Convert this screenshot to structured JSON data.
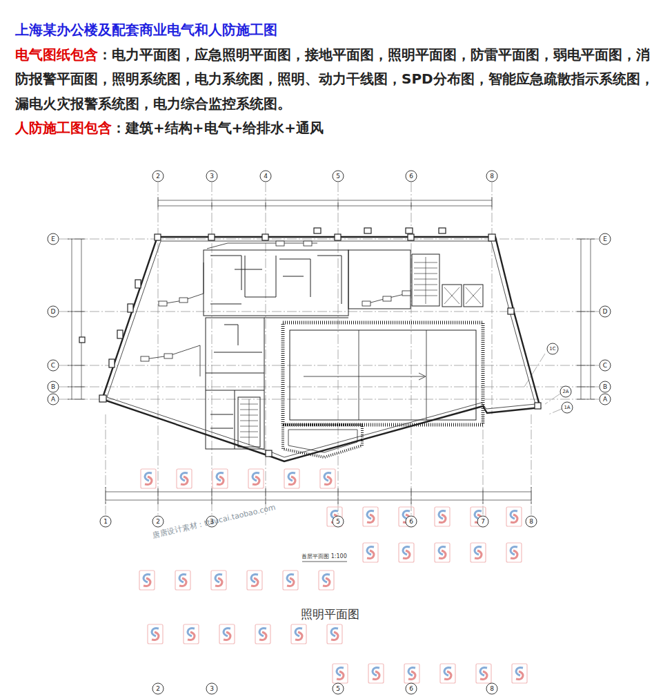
{
  "diagram": {
    "title": "上海某办公楼及配套商业电气和人防施工图",
    "caption": "照明平面图",
    "labels": [
      "电气图纸包含",
      "：电力平面图，应急照明平面图，接地平面图，照明平面图，防雷平面图，弱电平面图，消防报警平面图，照明系统图，电力系统图，照明、动力干线图，SPD分布图，智能应急疏散指示系统图，漏电火灾报警系统图，电力综合监控系统图。",
      "人防施工图包含",
      "：建筑+结构+电气+给排水+通风",
      "2",
      "3",
      "4",
      "5",
      "6",
      "8",
      "E",
      "D",
      "C",
      "B",
      "A",
      "E",
      "D",
      "C",
      "B",
      "A",
      "1C",
      "2A",
      "1A",
      "1",
      "2",
      "3",
      "5",
      "6",
      "7",
      "8",
      "首层平面图 1:100",
      "唐唐设计素材：ttsucai.taobao.com",
      "2",
      "3",
      "5",
      "6",
      "8"
    ]
  }
}
